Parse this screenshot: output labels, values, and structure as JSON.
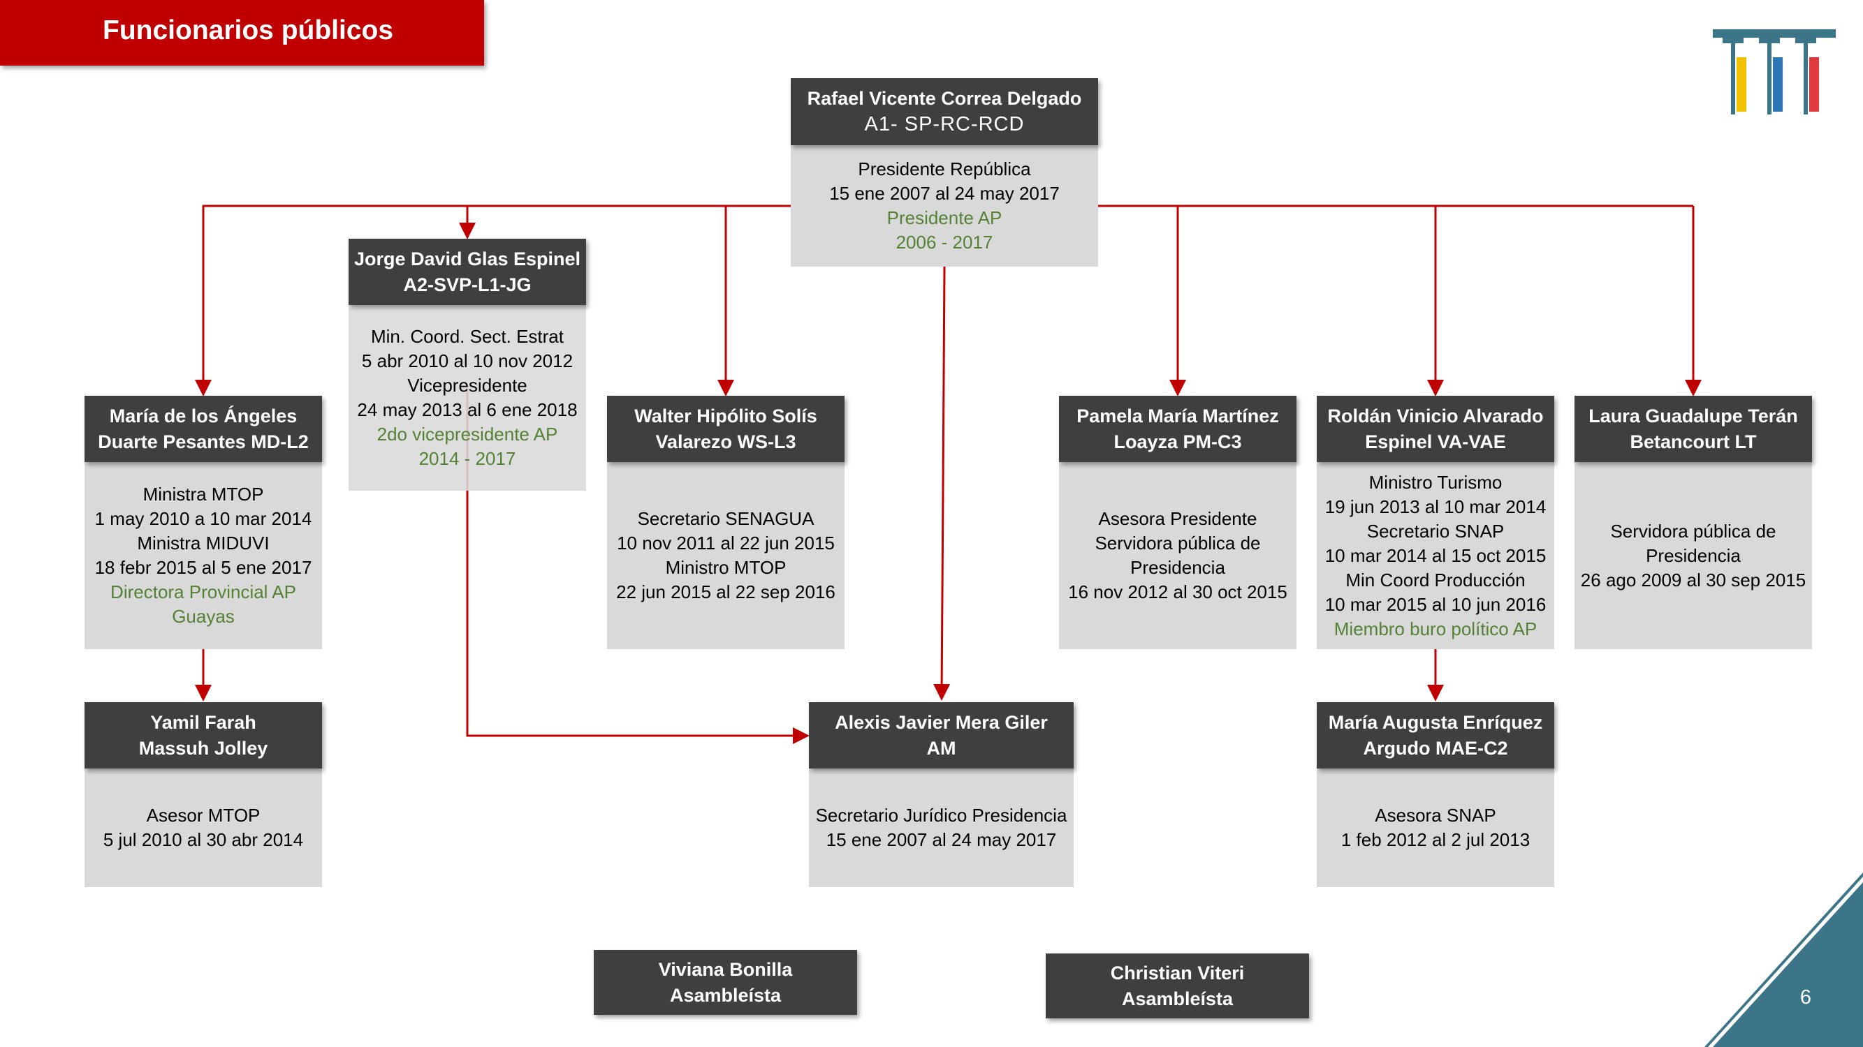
{
  "page_title": "Funcionarios públicos",
  "page_number": "6",
  "colors": {
    "banner": "#c00000",
    "card_header": "#3f3f3f",
    "card_body": "#d9d9d9",
    "connector": "#c00000",
    "party_text": "#548235",
    "logo_bars": [
      "#f2c200",
      "#2e75b6",
      "#e03a3e"
    ],
    "logo_frame": "#3d7588"
  },
  "root": {
    "name": "Rafael Vicente Correa Delgado",
    "code": "A1- SP-RC-RCD",
    "role": "Presidente República",
    "period": "15 ene 2007 al 24 may 2017",
    "party_role": "Presidente AP",
    "party_period": "2006 - 2017"
  },
  "glas": {
    "name": "Jorge David Glas Espinel",
    "code": "A2-SVP-L1-JG",
    "lines": [
      "Min. Coord. Sect. Estrat",
      "5 abr 2010 al 10 nov 2012",
      "Vicepresidente",
      "24 may 2013 al 6 ene 2018"
    ],
    "party_lines": [
      "2do vicepresidente AP",
      "2014 - 2017"
    ]
  },
  "duarte": {
    "name_line1": "María de los Ángeles",
    "name_line2": "Duarte Pesantes MD-L2",
    "lines": [
      "Ministra MTOP",
      "1 may 2010 a 10 mar 2014",
      "Ministra MIDUVI",
      "18 febr 2015 al 5 ene 2017"
    ],
    "party_lines": [
      "Directora Provincial AP",
      "Guayas"
    ]
  },
  "solis": {
    "name_line1": "Walter Hipólito Solís",
    "name_line2": "Valarezo WS-L3",
    "lines": [
      "Secretario SENAGUA",
      "10 nov 2011 al 22 jun 2015",
      "Ministro MTOP",
      "22 jun 2015 al 22 sep 2016"
    ]
  },
  "martinez": {
    "name_line1": "Pamela María Martínez",
    "name_line2": "Loayza PM-C3",
    "lines": [
      "Asesora Presidente",
      "Servidora pública de",
      "Presidencia",
      "16 nov 2012 al 30 oct 2015"
    ]
  },
  "alvarado": {
    "name_line1": "Roldán Vinicio Alvarado",
    "name_line2": "Espinel VA-VAE",
    "lines": [
      "Ministro Turismo",
      "19 jun 2013 al 10 mar 2014",
      "Secretario SNAP",
      "10 mar 2014 al 15 oct 2015",
      "Min Coord Producción",
      "10 mar 2015 al 10 jun 2016"
    ],
    "party_lines": [
      "Miembro buro político AP"
    ]
  },
  "teran": {
    "name_line1": "Laura Guadalupe Terán",
    "name_line2": "Betancourt LT",
    "lines": [
      "Servidora pública de",
      "Presidencia",
      "26 ago 2009 al 30 sep 2015"
    ]
  },
  "farah": {
    "name_line1": "Yamil Farah",
    "name_line2": "Massuh Jolley",
    "lines": [
      "Asesor MTOP",
      "5 jul 2010 al 30 abr 2014"
    ]
  },
  "mera": {
    "name_line1": "Alexis Javier Mera Giler",
    "name_line2": "AM",
    "lines": [
      "Secretario Jurídico Presidencia",
      "15 ene 2007 al 24 may 2017"
    ]
  },
  "enriquez": {
    "name_line1": "María Augusta Enríquez",
    "name_line2": "Argudo MAE-C2",
    "lines": [
      "Asesora SNAP",
      "1 feb 2012 al 2 jul 2013"
    ]
  },
  "bonilla": {
    "name_line1": "Viviana Bonilla",
    "name_line2": "Asambleísta"
  },
  "viteri": {
    "name_line1": "Christian Viteri",
    "name_line2": "Asambleísta"
  }
}
